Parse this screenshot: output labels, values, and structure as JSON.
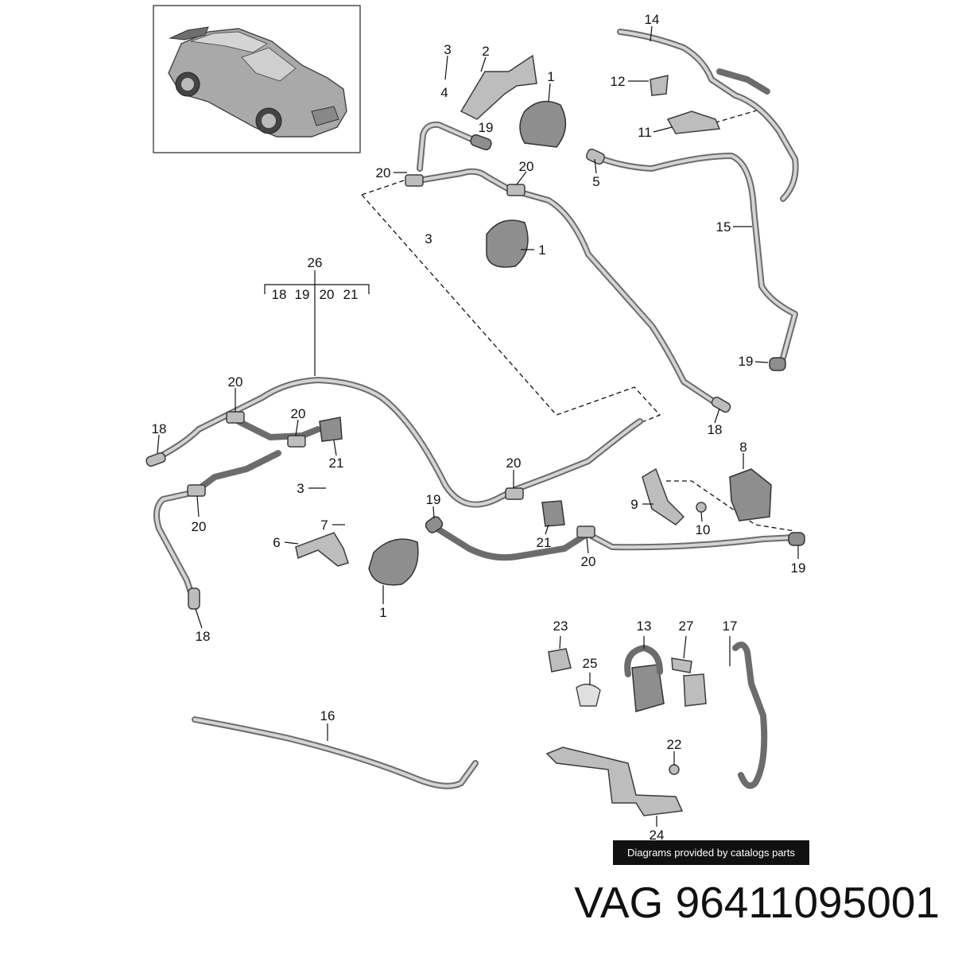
{
  "diagram": {
    "callouts": [
      {
        "id": "c14",
        "text": "14"
      },
      {
        "id": "c3a",
        "text": "3"
      },
      {
        "id": "c2",
        "text": "2"
      },
      {
        "id": "c1a",
        "text": "1"
      },
      {
        "id": "c12",
        "text": "12"
      },
      {
        "id": "c4",
        "text": "4"
      },
      {
        "id": "c19a",
        "text": "19"
      },
      {
        "id": "c11",
        "text": "11"
      },
      {
        "id": "c20a",
        "text": "20"
      },
      {
        "id": "c20b",
        "text": "20"
      },
      {
        "id": "c5",
        "text": "5"
      },
      {
        "id": "c3b",
        "text": "3"
      },
      {
        "id": "c1b",
        "text": "1"
      },
      {
        "id": "c15",
        "text": "15"
      },
      {
        "id": "c26",
        "text": "26"
      },
      {
        "id": "c19b",
        "text": "19"
      },
      {
        "id": "c20c",
        "text": "20"
      },
      {
        "id": "c18a",
        "text": "18"
      },
      {
        "id": "c20d",
        "text": "20"
      },
      {
        "id": "c18b",
        "text": "18"
      },
      {
        "id": "c21a",
        "text": "21"
      },
      {
        "id": "c8",
        "text": "8"
      },
      {
        "id": "c20e",
        "text": "20"
      },
      {
        "id": "c3c",
        "text": "3"
      },
      {
        "id": "c19c",
        "text": "19"
      },
      {
        "id": "c9",
        "text": "9"
      },
      {
        "id": "c20f",
        "text": "20"
      },
      {
        "id": "c7",
        "text": "7"
      },
      {
        "id": "c10",
        "text": "10"
      },
      {
        "id": "c6",
        "text": "6"
      },
      {
        "id": "c21b",
        "text": "21"
      },
      {
        "id": "c20g",
        "text": "20"
      },
      {
        "id": "c19d",
        "text": "19"
      },
      {
        "id": "c1c",
        "text": "1"
      },
      {
        "id": "c18c",
        "text": "18"
      },
      {
        "id": "c23",
        "text": "23"
      },
      {
        "id": "c13",
        "text": "13"
      },
      {
        "id": "c27",
        "text": "27"
      },
      {
        "id": "c17",
        "text": "17"
      },
      {
        "id": "c25",
        "text": "25"
      },
      {
        "id": "c16",
        "text": "16"
      },
      {
        "id": "c22",
        "text": "22"
      },
      {
        "id": "c24",
        "text": "24"
      }
    ],
    "kit_items": [
      "18",
      "19",
      "20",
      "21"
    ]
  },
  "credit": "Diagrams provided by catalogs parts",
  "brand": "VAG",
  "part_number": "96411095001"
}
